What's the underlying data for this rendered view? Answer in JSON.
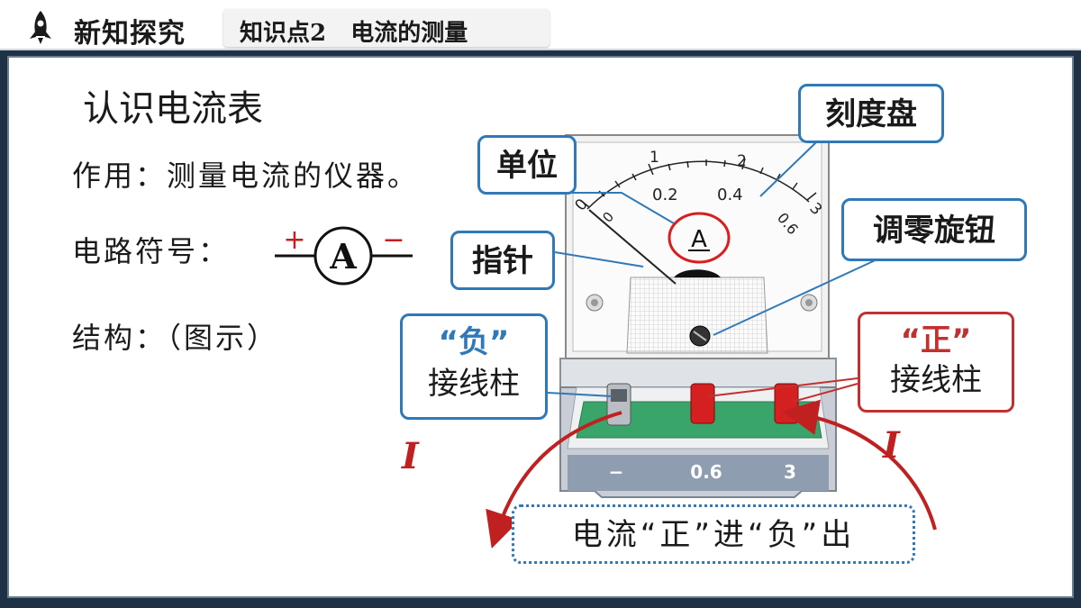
{
  "header": {
    "section_title": "新知探究",
    "topic_label": "知识点2   电流的测量"
  },
  "content": {
    "heading": "认识电流表",
    "function_line": "作用：测量电流的仪器。",
    "symbol_line": "电路符号：",
    "structure_line": "结构：（图示）"
  },
  "symbol": {
    "plus": "+",
    "minus": "−",
    "letter": "A"
  },
  "meter": {
    "scale_top": [
      "0",
      "1",
      "2",
      "3"
    ],
    "scale_bottom": [
      "0",
      "0.2",
      "0.4",
      "0.6"
    ],
    "unit_letter": "A",
    "terminal_labels": [
      "−",
      "0.6",
      "3"
    ]
  },
  "callouts": {
    "unit": "单位",
    "dial": "刻度盘",
    "pointer": "指针",
    "zero_knob": "调零旋钮",
    "neg_quote": "“负”",
    "neg_terminal": "接线柱",
    "pos_quote": "“正”",
    "pos_terminal": "接线柱",
    "current_rule": "电流“正”进“负”出"
  },
  "current_label": "I",
  "colors": {
    "blue": "#2f79b8",
    "red": "#c23030",
    "dark": "#1f3144"
  }
}
